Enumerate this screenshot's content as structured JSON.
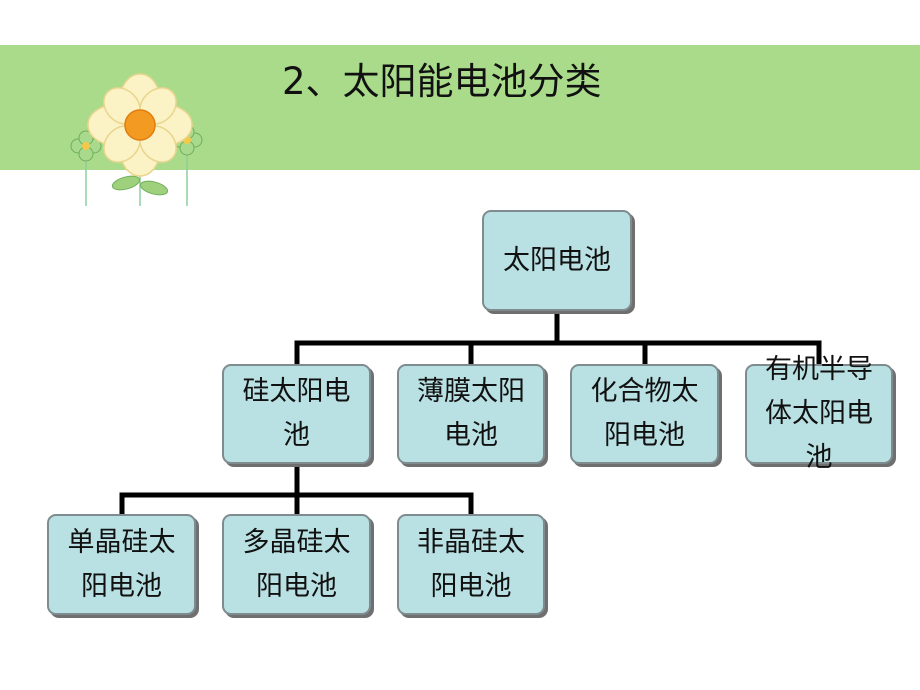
{
  "slide": {
    "title": "2、太阳能电池分类",
    "colors": {
      "header_band": "#a9db8b",
      "node_fill": "#b9e0e2",
      "connector": "#000000"
    },
    "decoration": "flower-icon"
  },
  "diagram": {
    "type": "tree",
    "root": "太阳电池",
    "level1": [
      "硅太阳电池",
      "薄膜太阳电池",
      "化合物太阳电池",
      "有机半导体太阳电池"
    ],
    "level2": [
      "单晶硅太阳电池",
      "多晶硅太阳电池",
      "非晶硅太阳电池"
    ],
    "edges": [
      [
        "太阳电池",
        "硅太阳电池"
      ],
      [
        "太阳电池",
        "薄膜太阳电池"
      ],
      [
        "太阳电池",
        "化合物太阳电池"
      ],
      [
        "太阳电池",
        "有机半导体太阳电池"
      ],
      [
        "硅太阳电池",
        "单晶硅太阳电池"
      ],
      [
        "硅太阳电池",
        "多晶硅太阳电池"
      ],
      [
        "硅太阳电池",
        "非晶硅太阳电池"
      ]
    ]
  }
}
